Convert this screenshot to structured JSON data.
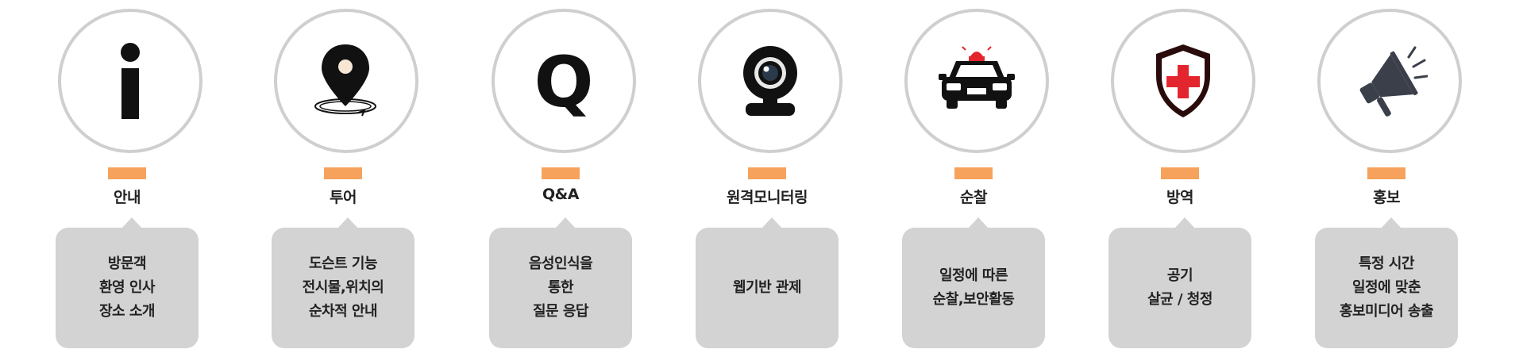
{
  "features": [
    {
      "title": "안내",
      "icon": "info-icon",
      "lines": [
        "방문객",
        "환영 인사",
        "장소 소개"
      ]
    },
    {
      "title": "투어",
      "icon": "location-pin-icon",
      "lines": [
        "도슨트 기능",
        "전시물,위치의",
        "순차적 안내"
      ]
    },
    {
      "title": "Q&A",
      "icon": "q-letter-icon",
      "icon_text": "Q",
      "lines": [
        "음성인식을",
        "통한",
        "질문 응답"
      ]
    },
    {
      "title": "원격모니터링",
      "icon": "webcam-icon",
      "lines": [
        "웹기반 관제"
      ]
    },
    {
      "title": "순찰",
      "icon": "patrol-car-icon",
      "lines": [
        "일정에 따른",
        "순찰,보안활동"
      ]
    },
    {
      "title": "방역",
      "icon": "medical-shield-icon",
      "lines": [
        "공기",
        "살균 / 청정"
      ]
    },
    {
      "title": "홍보",
      "icon": "megaphone-icon",
      "lines": [
        "특정 시간",
        "일정에 맞춘",
        "홍보미디어 송출"
      ]
    }
  ],
  "colors": {
    "accent_bar": "#f7a25c",
    "circle_border": "#cfcfcf",
    "bubble_bg": "#d3d3d3",
    "text": "#222222",
    "shield_cross": "#e3262e",
    "siren": "#e3262e"
  }
}
